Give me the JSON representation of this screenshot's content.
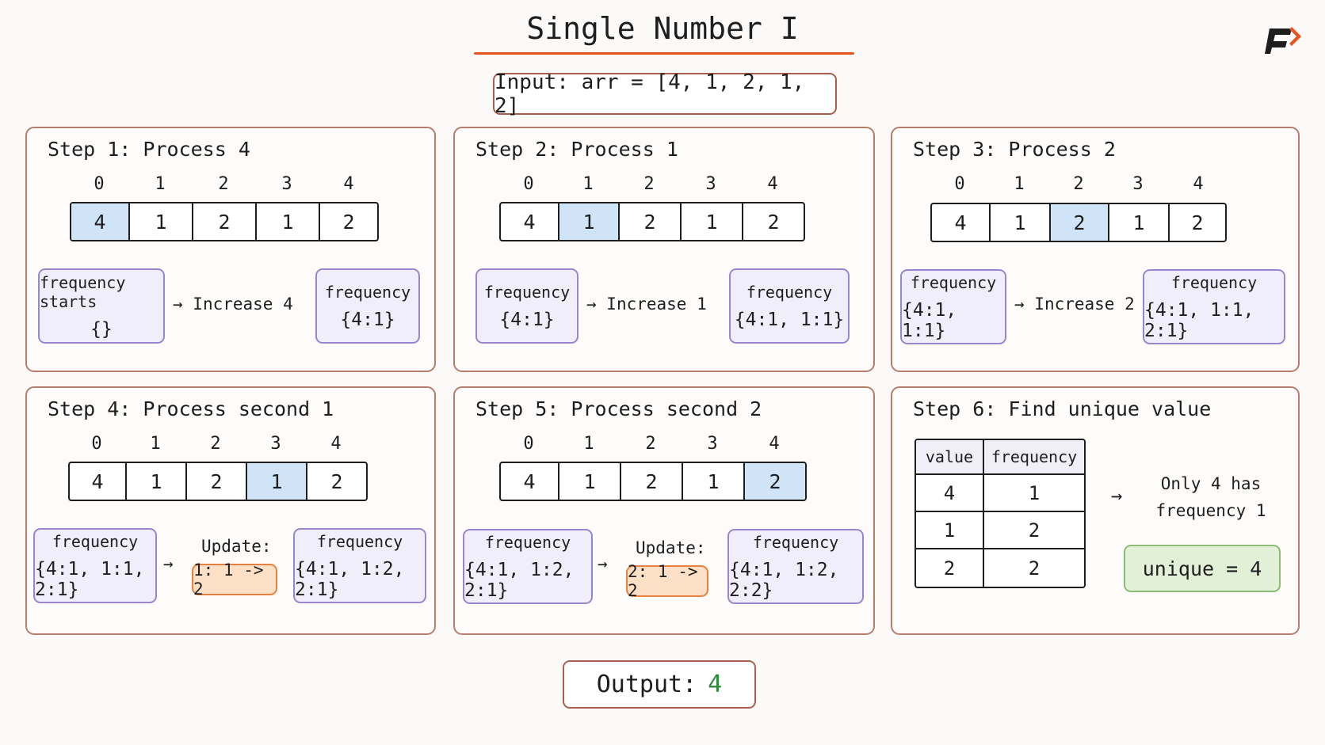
{
  "title": "Single Number I",
  "input_label": "Input: arr = [4, 1, 2, 1, 2]",
  "output": {
    "label": "Output:",
    "value": "4"
  },
  "colors": {
    "title_underline": "#e8541e",
    "highlight_cell": "#cfe4f7",
    "frequency_box": "#f1eefb",
    "update_box": "#fde0c6",
    "unique_box": "#e2f0d7",
    "output_value": "#2e8b3a"
  },
  "steps": [
    {
      "title": "Step 1: Process 4",
      "indices": [
        "0",
        "1",
        "2",
        "3",
        "4"
      ],
      "array": [
        "4",
        "1",
        "2",
        "1",
        "2"
      ],
      "highlight": 0,
      "before": {
        "label": "frequency starts",
        "value": "{}"
      },
      "action": "Increase 4",
      "after": {
        "label": "frequency",
        "value": "{4:1}"
      }
    },
    {
      "title": "Step 2: Process 1",
      "indices": [
        "0",
        "1",
        "2",
        "3",
        "4"
      ],
      "array": [
        "4",
        "1",
        "2",
        "1",
        "2"
      ],
      "highlight": 1,
      "before": {
        "label": "frequency",
        "value": "{4:1}"
      },
      "action": "Increase 1",
      "after": {
        "label": "frequency",
        "value": "{4:1, 1:1}"
      }
    },
    {
      "title": "Step 3: Process 2",
      "indices": [
        "0",
        "1",
        "2",
        "3",
        "4"
      ],
      "array": [
        "4",
        "1",
        "2",
        "1",
        "2"
      ],
      "highlight": 2,
      "before": {
        "label": "frequency",
        "value": "{4:1, 1:1}"
      },
      "action": "Increase 2",
      "after": {
        "label": "frequency",
        "value": "{4:1, 1:1, 2:1}"
      }
    },
    {
      "title": "Step 4: Process second 1",
      "indices": [
        "0",
        "1",
        "2",
        "3",
        "4"
      ],
      "array": [
        "4",
        "1",
        "2",
        "1",
        "2"
      ],
      "highlight": 3,
      "before": {
        "label": "frequency",
        "value": "{4:1, 1:1, 2:1}"
      },
      "update_label": "Update:",
      "update_value": "1: 1 -> 2",
      "after": {
        "label": "frequency",
        "value": "{4:1, 1:2, 2:1}"
      }
    },
    {
      "title": "Step 5: Process second 2",
      "indices": [
        "0",
        "1",
        "2",
        "3",
        "4"
      ],
      "array": [
        "4",
        "1",
        "2",
        "1",
        "2"
      ],
      "highlight": 4,
      "before": {
        "label": "frequency",
        "value": "{4:1, 1:2, 2:1}"
      },
      "update_label": "Update:",
      "update_value": "2: 1 -> 2",
      "after": {
        "label": "frequency",
        "value": "{4:1, 1:2, 2:2}"
      }
    },
    {
      "title": "Step 6: Find unique value",
      "table": {
        "headers": [
          "value",
          "frequency"
        ],
        "rows": [
          [
            "4",
            "1"
          ],
          [
            "1",
            "2"
          ],
          [
            "2",
            "2"
          ]
        ]
      },
      "note_line1": "Only 4 has",
      "note_line2": "frequency 1",
      "result": "unique = 4"
    }
  ]
}
